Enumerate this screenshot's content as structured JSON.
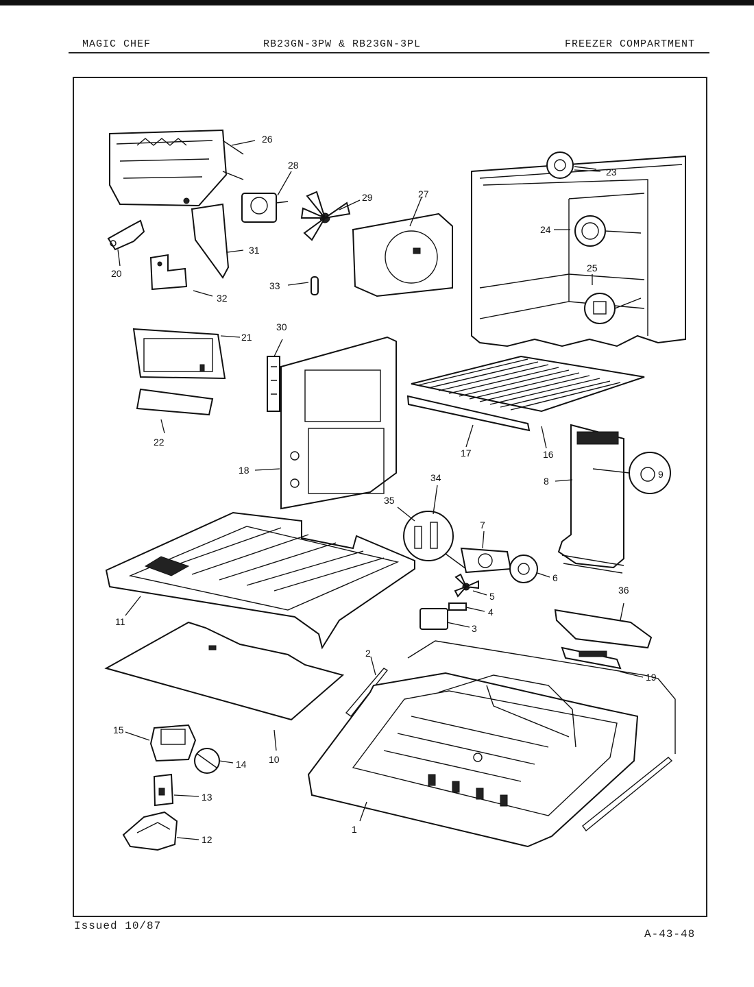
{
  "header": {
    "brand": "MAGIC CHEF",
    "models": "RB23GN-3PW & RB23GN-3PL",
    "section": "FREEZER COMPARTMENT"
  },
  "footer": {
    "issued": "Issued 10/87",
    "page_code": "A-43-48"
  },
  "callouts": [
    "1",
    "2",
    "3",
    "4",
    "5",
    "6",
    "7",
    "8",
    "9",
    "10",
    "11",
    "12",
    "13",
    "14",
    "15",
    "16",
    "17",
    "18",
    "19",
    "20",
    "21",
    "22",
    "23",
    "24",
    "25",
    "26",
    "27",
    "28",
    "29",
    "30",
    "31",
    "32",
    "33",
    "34",
    "35",
    "36"
  ]
}
